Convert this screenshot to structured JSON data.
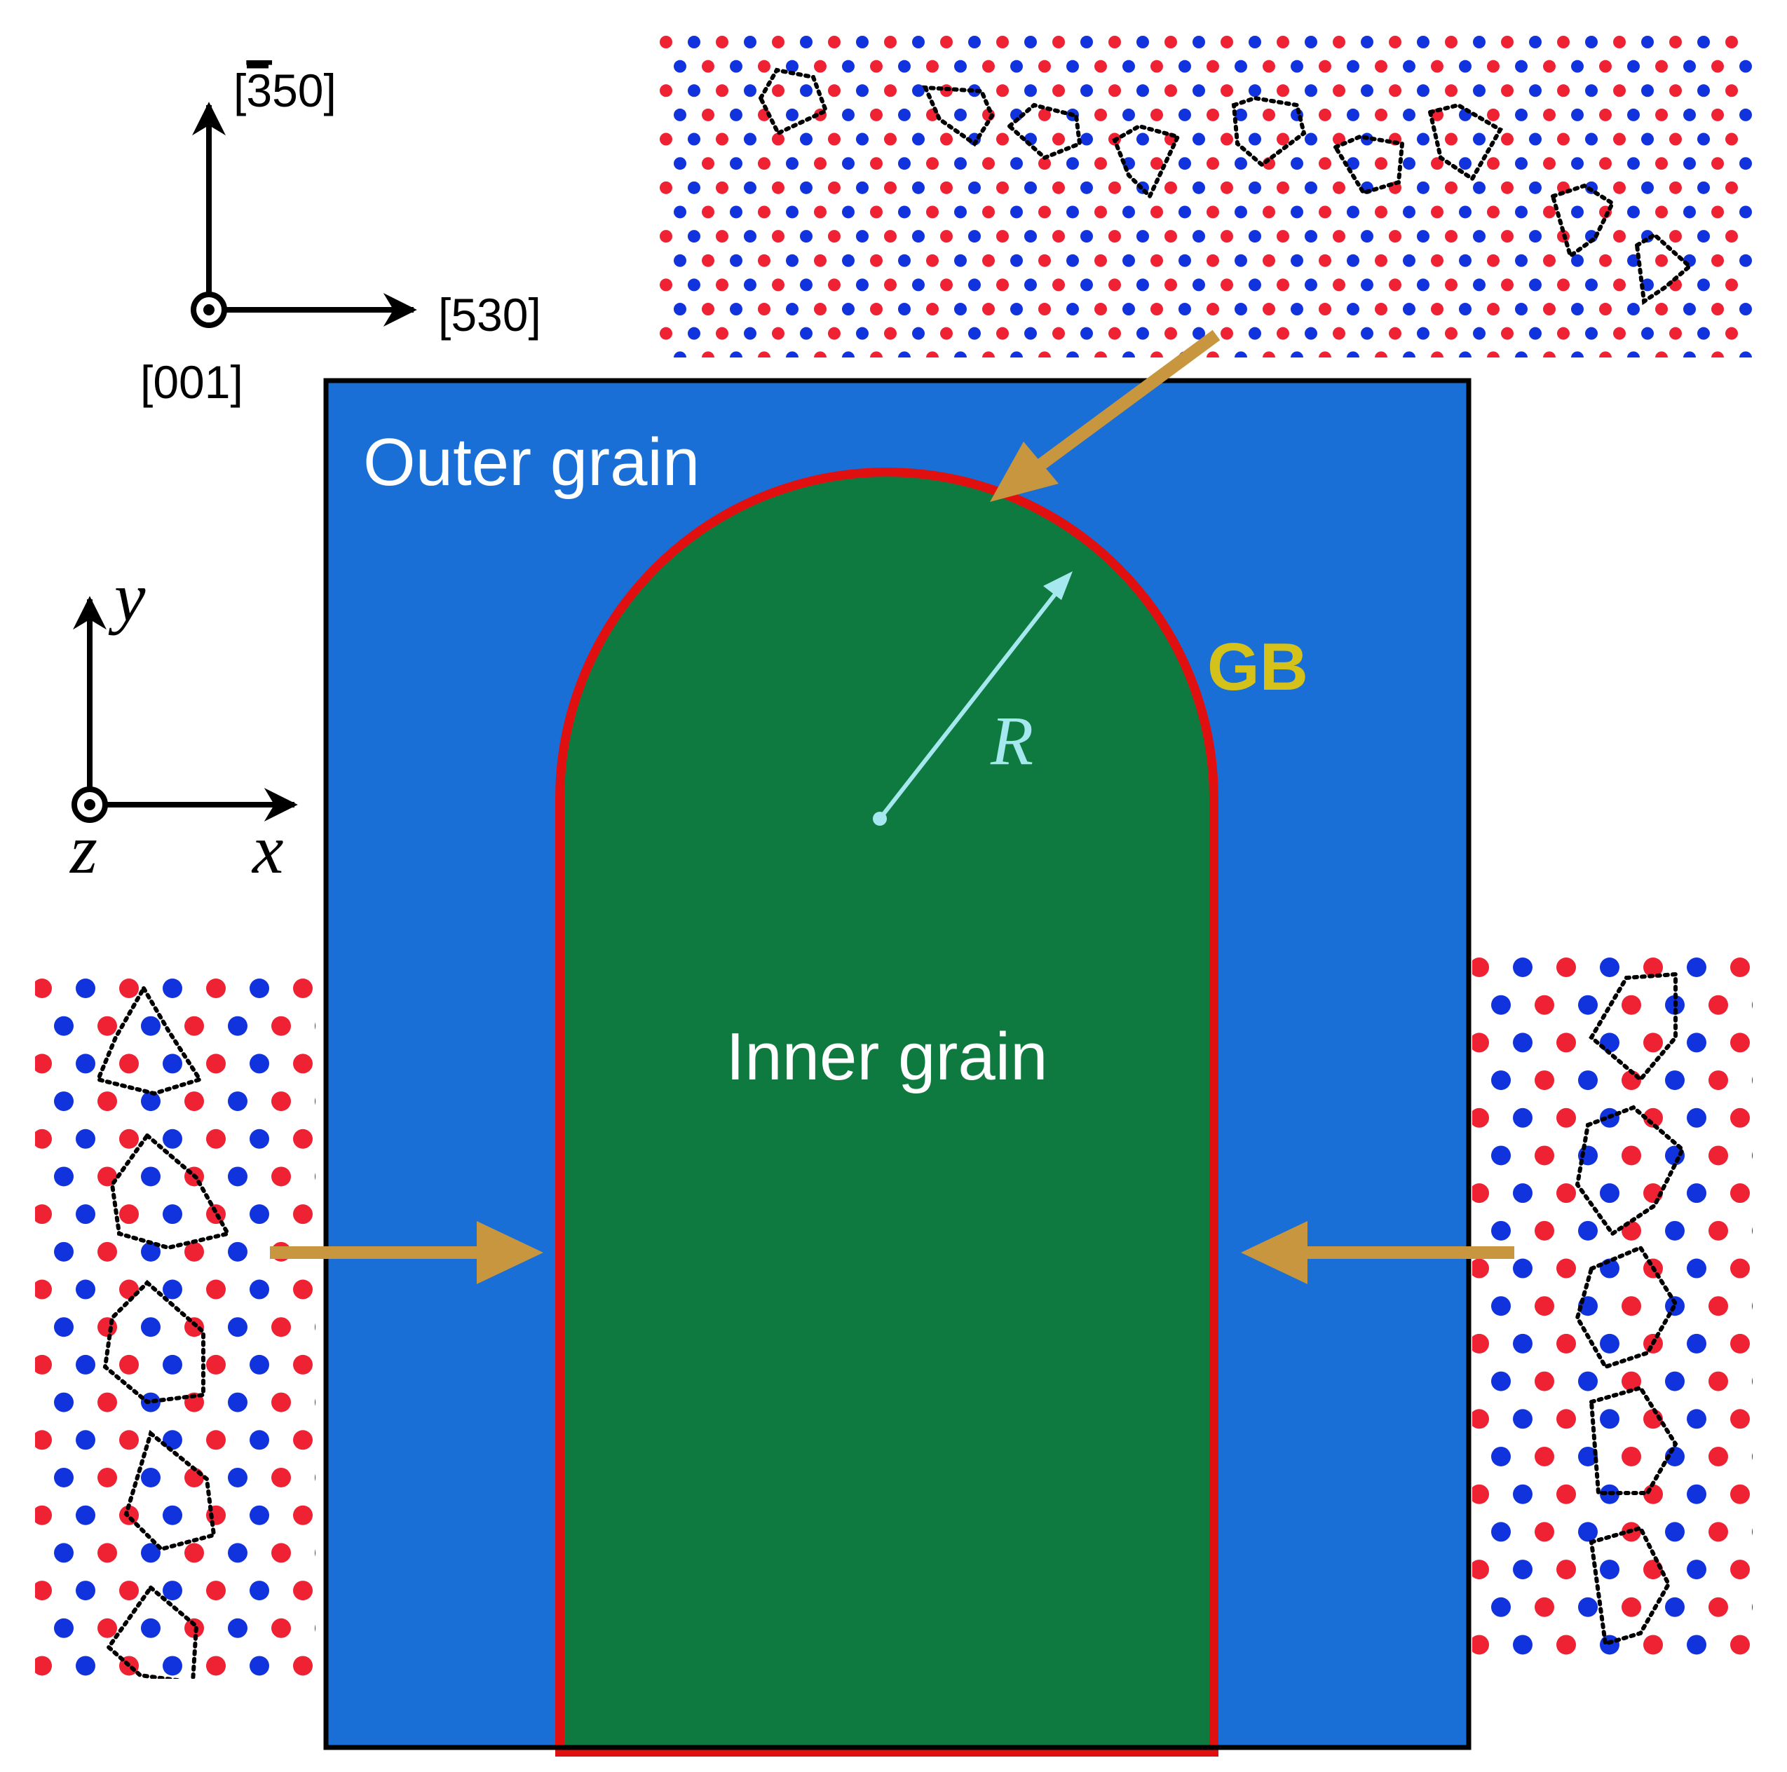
{
  "crystal_axes": {
    "vertical": "[̅3 50]",
    "vertical_parts": {
      "bar_digit": "3",
      "rest": "50"
    },
    "horizontal": "[530]",
    "out_of_plane": "[001]"
  },
  "sim_axes": {
    "y": "y",
    "x": "x",
    "z": "z"
  },
  "labels": {
    "outer_grain": "Outer grain",
    "inner_grain": "Inner grain",
    "gb": "GB",
    "radius": "R"
  },
  "colors": {
    "outer_grain": "#1a6fd6",
    "inner_grain": "#0f7a3f",
    "gb": "#e01010",
    "gb_label": "#d4c21a",
    "arrow": "#c8963e",
    "radius": "#a6e8f0",
    "atom_red": "#ee2233",
    "atom_blue": "#1133dd",
    "frame": "#000000"
  },
  "insets": [
    {
      "position": "top",
      "shows": "GB atomic structure at cap"
    },
    {
      "position": "left",
      "shows": "GB atomic structure at left flank"
    },
    {
      "position": "right",
      "shows": "GB atomic structure at right flank"
    }
  ]
}
